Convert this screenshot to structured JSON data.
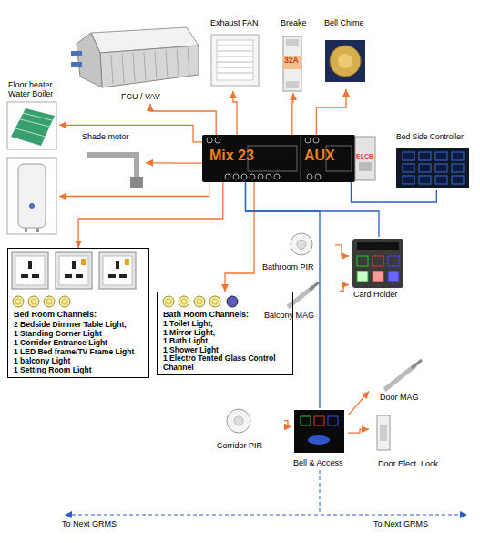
{
  "diagram": {
    "nodes": [
      {
        "text": [
          "FCU / VAV"
        ]
      },
      {
        "text": [
          "Exhaust FAN"
        ]
      },
      {
        "text": [
          "Breake",
          "32A"
        ]
      },
      {
        "text": [
          "Bell Chime"
        ]
      },
      {
        "text": [
          "Floor heater Water Boiler"
        ]
      },
      {
        "text": [
          "Shade motor"
        ]
      },
      {
        "text": [
          "Mix 23",
          "AUX",
          "ELCB"
        ]
      },
      {
        "text": [
          "Bed Side Controller"
        ]
      },
      {
        "text": [
          "Bed Room Channels:",
          "2 Bedside Dimmer Table Light,",
          "1 Standing Corner Light",
          "1 Corridor Entrance Light",
          "1 LED Bed frame/TV Frame Light",
          "1 balcony Light",
          "1 Setting Room Light"
        ]
      },
      {
        "text": [
          "Bath Room Channels:",
          "1 Toilet Light,",
          "1 Mirror Light,",
          "1 Bath Light,",
          "1 Shower Light",
          "1 Electro Tented Glass Control Channel"
        ]
      },
      {
        "text": [
          "Bathroom PIR"
        ]
      },
      {
        "text": [
          "Balcony MAG"
        ]
      },
      {
        "text": [
          "Card Holder"
        ]
      },
      {
        "text": [
          "Corridor PIR"
        ]
      },
      {
        "text": [
          "Bell & Access"
        ]
      },
      {
        "text": [
          "Door MAG"
        ]
      },
      {
        "text": [
          "Door Elect. Lock"
        ]
      }
    ],
    "edges": [
      {
        "from": 6,
        "to": 0,
        "arrow": "to"
      },
      {
        "from": 6,
        "to": 1,
        "arrow": "to"
      },
      {
        "from": 6,
        "to": 2,
        "arrow": "to"
      },
      {
        "from": 6,
        "to": 3,
        "arrow": "to"
      },
      {
        "from": 6,
        "to": 4,
        "arrow": "to"
      },
      {
        "from": 6,
        "to": 4,
        "arrow": "to"
      },
      {
        "from": 6,
        "to": 5,
        "arrow": "to"
      },
      {
        "from": 6,
        "to": 8,
        "arrow": "to"
      },
      {
        "from": 6,
        "to": 9,
        "arrow": "to"
      },
      {
        "from": 6,
        "to": 7,
        "arrow": "none"
      },
      {
        "from": 6,
        "to": 12,
        "arrow": "none"
      },
      {
        "from": 6,
        "to": 14,
        "arrow": "none"
      },
      {
        "from": 10,
        "to": 12,
        "arrow": "to"
      },
      {
        "from": 11,
        "to": 12,
        "arrow": "to"
      },
      {
        "from": 13,
        "to": 14,
        "arrow": "to"
      },
      {
        "from": 14,
        "to": 15,
        "arrow": "to"
      },
      {
        "from": 14,
        "to": 16,
        "arrow": "to"
      }
    ],
    "labels": [
      "To Next GRMS",
      "To Next GRMS"
    ]
  }
}
